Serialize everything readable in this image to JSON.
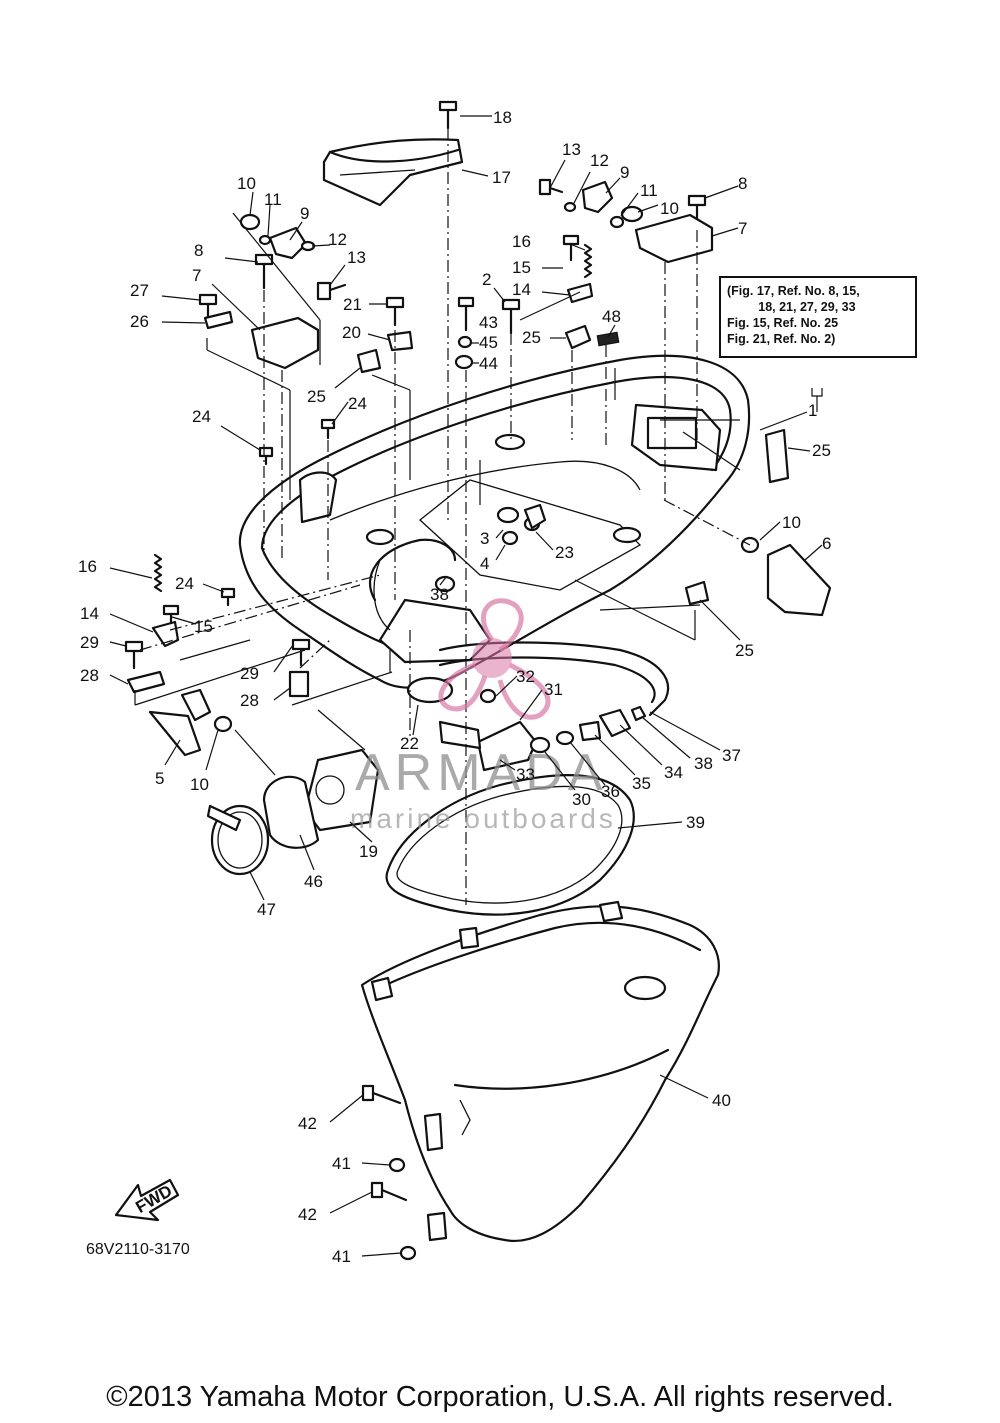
{
  "note_box": {
    "lines": [
      "(Fig. 17, Ref. No. 8, 15,",
      "         18, 21, 27, 29, 33",
      "Fig. 15, Ref. No. 25",
      "Fig. 21, Ref. No. 2)"
    ]
  },
  "diagram_code": "68V2110-3170",
  "fwd_label": "FWD",
  "watermark": {
    "brand": "ARMADA",
    "tagline": "marine outboards"
  },
  "copyright": "©2013 Yamaha Motor Corporation, U.S.A. All rights reserved.",
  "callouts": [
    {
      "id": "c18",
      "n": "18"
    },
    {
      "id": "c17",
      "n": "17"
    },
    {
      "id": "c13a",
      "n": "13"
    },
    {
      "id": "c12a",
      "n": "12"
    },
    {
      "id": "c9a",
      "n": "9"
    },
    {
      "id": "c11a",
      "n": "11"
    },
    {
      "id": "c10a",
      "n": "10"
    },
    {
      "id": "c8a",
      "n": "8"
    },
    {
      "id": "c7a",
      "n": "7"
    },
    {
      "id": "c16a",
      "n": "16"
    },
    {
      "id": "c15a",
      "n": "15"
    },
    {
      "id": "c14a",
      "n": "14"
    },
    {
      "id": "c48",
      "n": "48"
    },
    {
      "id": "c10b",
      "n": "10"
    },
    {
      "id": "c11b",
      "n": "11"
    },
    {
      "id": "c9b",
      "n": "9"
    },
    {
      "id": "c12b",
      "n": "12"
    },
    {
      "id": "c13b",
      "n": "13"
    },
    {
      "id": "c8b",
      "n": "8"
    },
    {
      "id": "c27",
      "n": "27"
    },
    {
      "id": "c7b",
      "n": "7"
    },
    {
      "id": "c26",
      "n": "26"
    },
    {
      "id": "c21",
      "n": "21"
    },
    {
      "id": "c2",
      "n": "2"
    },
    {
      "id": "c43",
      "n": "43"
    },
    {
      "id": "c45",
      "n": "45"
    },
    {
      "id": "c44",
      "n": "44"
    },
    {
      "id": "c20",
      "n": "20"
    },
    {
      "id": "c25a",
      "n": "25"
    },
    {
      "id": "c25b",
      "n": "25"
    },
    {
      "id": "c24a",
      "n": "24"
    },
    {
      "id": "c24b",
      "n": "24"
    },
    {
      "id": "c1",
      "n": "1"
    },
    {
      "id": "c25c",
      "n": "25"
    },
    {
      "id": "c10c",
      "n": "10"
    },
    {
      "id": "c6",
      "n": "6"
    },
    {
      "id": "c3",
      "n": "3"
    },
    {
      "id": "c4",
      "n": "4"
    },
    {
      "id": "c23",
      "n": "23"
    },
    {
      "id": "c16b",
      "n": "16"
    },
    {
      "id": "c24c",
      "n": "24"
    },
    {
      "id": "c15b",
      "n": "15"
    },
    {
      "id": "c14b",
      "n": "14"
    },
    {
      "id": "c29a",
      "n": "29"
    },
    {
      "id": "c28a",
      "n": "28"
    },
    {
      "id": "c38a",
      "n": "38"
    },
    {
      "id": "c29b",
      "n": "29"
    },
    {
      "id": "c28b",
      "n": "28"
    },
    {
      "id": "c25d",
      "n": "25"
    },
    {
      "id": "c5",
      "n": "5"
    },
    {
      "id": "c10d",
      "n": "10"
    },
    {
      "id": "c22",
      "n": "22"
    },
    {
      "id": "c32",
      "n": "32"
    },
    {
      "id": "c31",
      "n": "31"
    },
    {
      "id": "c33",
      "n": "33"
    },
    {
      "id": "c30",
      "n": "30"
    },
    {
      "id": "c36",
      "n": "36"
    },
    {
      "id": "c35",
      "n": "35"
    },
    {
      "id": "c34",
      "n": "34"
    },
    {
      "id": "c38b",
      "n": "38"
    },
    {
      "id": "c37",
      "n": "37"
    },
    {
      "id": "c39",
      "n": "39"
    },
    {
      "id": "c19",
      "n": "19"
    },
    {
      "id": "c46",
      "n": "46"
    },
    {
      "id": "c47",
      "n": "47"
    },
    {
      "id": "c40",
      "n": "40"
    },
    {
      "id": "c42a",
      "n": "42"
    },
    {
      "id": "c41a",
      "n": "41"
    },
    {
      "id": "c42b",
      "n": "42"
    },
    {
      "id": "c41b",
      "n": "41"
    }
  ]
}
